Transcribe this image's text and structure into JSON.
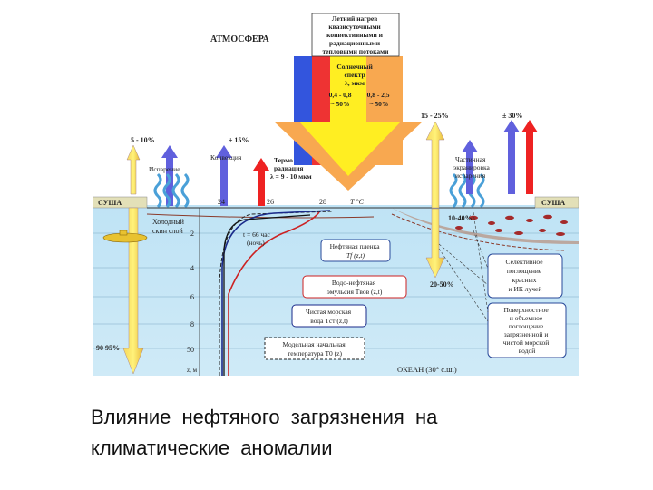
{
  "diagram": {
    "atmosphere_label": "АТМОСФЕРА",
    "ocean_label": "ОКЕАН (30° с.ш.)",
    "land_left": "СУША",
    "land_right": "СУША",
    "top_box": [
      "Летний нагрев",
      "квазисуточными",
      "конвективными и",
      "радиационными",
      "тепловыми потоками"
    ],
    "solar_box": [
      "Солнечный",
      "спектр",
      "λ, мкм",
      "0,4 - 0,8",
      "~ 50%",
      "0,8 - 2,5",
      "~ 50%"
    ],
    "pct_left_top": "5 - 10%",
    "pct_15": "± 15%",
    "pct_15_25": "15 - 25%",
    "pct_30": "± 30%",
    "evaporation_label": "Испарение",
    "convection_label": "Конвекция",
    "thermal_label": [
      "Термо",
      "радиация",
      "λ = 9 - 10 мкм"
    ],
    "spray_label": [
      "Частичная",
      "экранировка",
      "испарения"
    ],
    "cold_layer_label": [
      "Холодный",
      "скин слой"
    ],
    "time_label": [
      "t = 66 час",
      "(ночь)"
    ],
    "temp_ticks": [
      "24",
      "26",
      "28",
      "T °C"
    ],
    "depth_ticks": [
      "2",
      "4",
      "6",
      "8",
      "50"
    ],
    "depth_axis_label": "z, м",
    "oil_film": [
      "Нефтяная пленка",
      "Tf (z,t)"
    ],
    "oil_emulsion": [
      "Водо-нефтяная",
      "эмульсия Tвов (z,t)"
    ],
    "clean_water": [
      "Чистая морская",
      "вода  Tст (z,t)"
    ],
    "model_temp": [
      "Модельная начальная",
      "температура  T0 (z)"
    ],
    "pct_10_40": "10-40%",
    "pct_20_50": "20-50%",
    "pct_90_95": "90 95%",
    "selective_box": [
      "Селективное",
      "поглощение",
      "красных",
      "и ИК лучей"
    ],
    "surface_box": [
      "Поверхностное",
      "и объемное",
      "поглощение",
      "загрязненной и",
      "чистой морской",
      "водой"
    ]
  },
  "caption": {
    "line1": "Влияние  нефтяного  загрязнения  на",
    "line2": "климатические аномалии"
  }
}
